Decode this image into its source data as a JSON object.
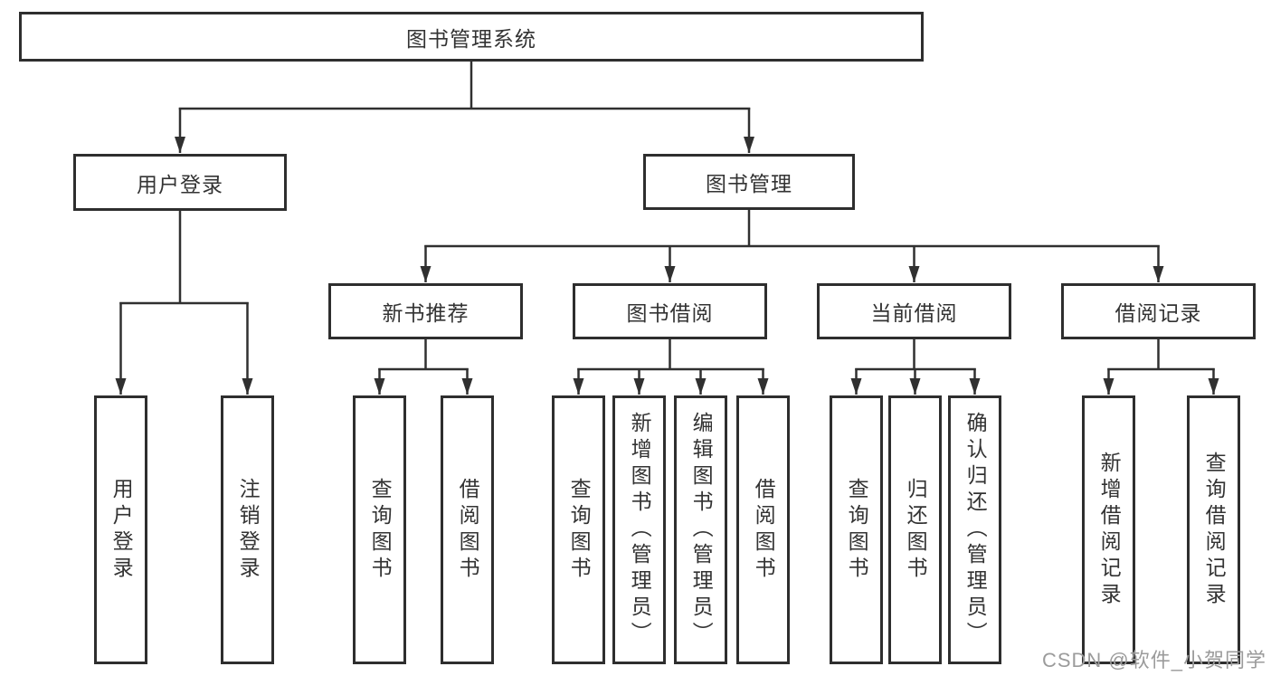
{
  "title": "图书管理系统",
  "nodes": {
    "user_login": "用户登录",
    "book_mgmt": "图书管理",
    "new_books": "新书推荐",
    "book_borrow": "图书借阅",
    "current_borrow": "当前借阅",
    "borrow_records": "借阅记录"
  },
  "leaves": {
    "login": "用户登录",
    "logout": "注销登录",
    "nb_query": "查询图书",
    "nb_borrow": "借阅图书",
    "bb_query": "查询图书",
    "bb_add": "新增图书（管理员）",
    "bb_edit": "编辑图书（管理员）",
    "bb_borrow": "借阅图书",
    "cb_query": "查询图书",
    "cb_return": "归还图书",
    "cb_confirm": "确认归还（管理员）",
    "br_add": "新增借阅记录",
    "br_query": "查询借阅记录"
  },
  "watermark": "CSDN @软件_小贺同学",
  "colors": {
    "line": "#303030",
    "border": "#2e2e2e",
    "text": "#333333",
    "watermark": "#9b9b9b",
    "background": "#ffffff"
  }
}
